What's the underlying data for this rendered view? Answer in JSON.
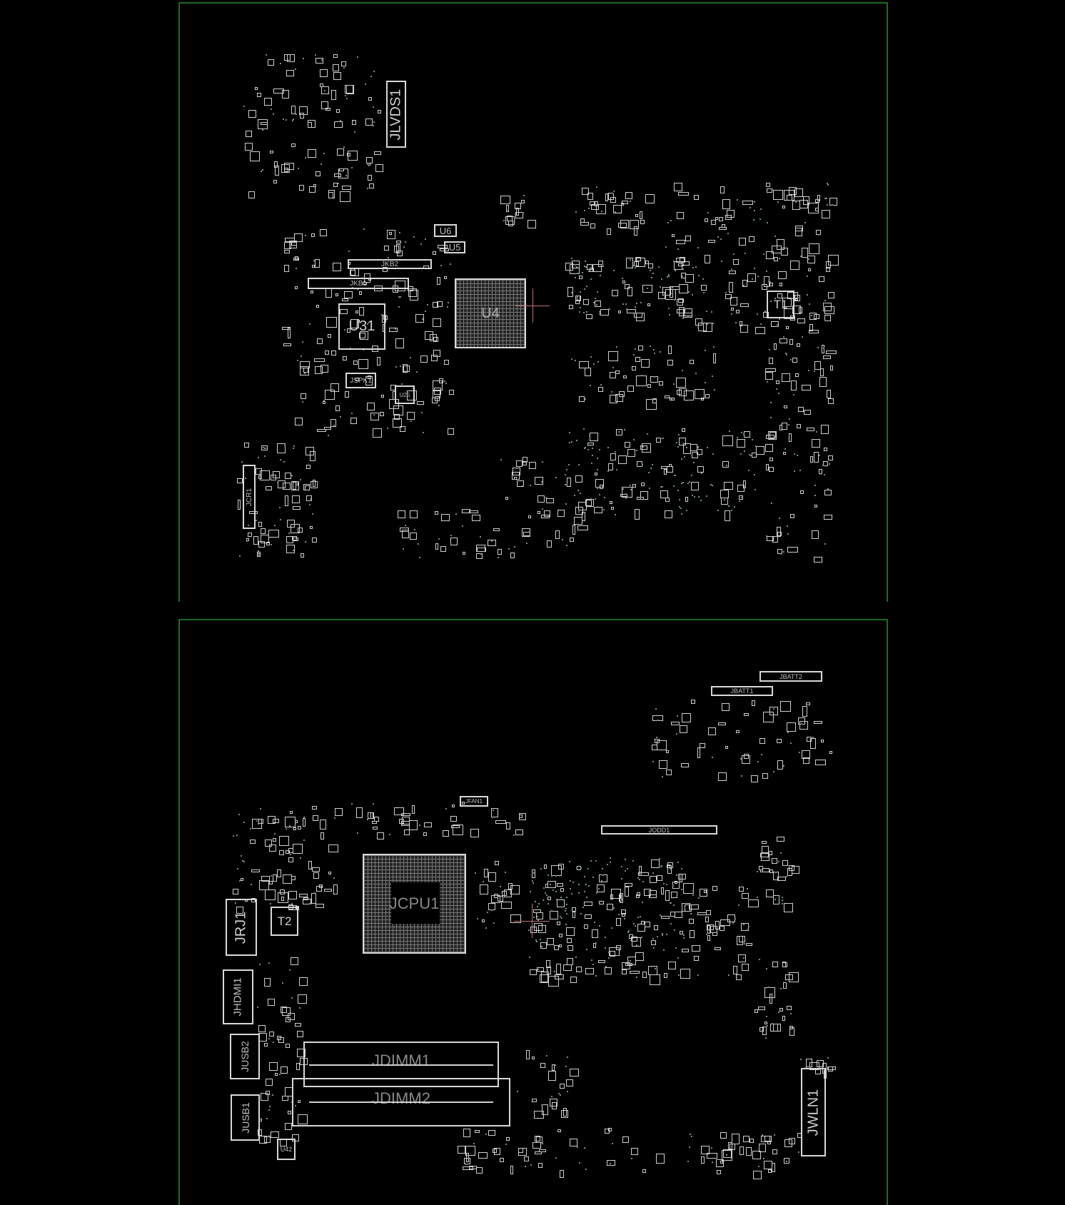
{
  "top_board": {
    "components": {
      "jlvds1": "JLVDS1",
      "u6": "U6",
      "u5": "U5",
      "jkb2": "JKB2",
      "jkb1": "JKB1",
      "u4": "U4",
      "u31": "U31",
      "jspk1": "JSPK1",
      "t1": "T1",
      "jcr1": "JCR1",
      "u25": "U25"
    }
  },
  "bottom_board": {
    "components": {
      "jbatt2": "JBATT2",
      "jbatt1": "JBATT1",
      "jodd1": "JODD1",
      "jcpu1": "JCPU1",
      "t2": "T2",
      "jrj1": "JRJ1",
      "jhdmi1": "JHDMI1",
      "jusb2": "JUSB2",
      "jusb1": "JUSB1",
      "jdimm1": "JDIMM1",
      "jdimm2": "JDIMM2",
      "jwln1": "JWLN1",
      "u42": "U42",
      "jfan1": "JFAN1"
    }
  },
  "colors": {
    "outline": "#1d6a22",
    "silkscreen": "#d8d8d8",
    "background": "#000000"
  }
}
